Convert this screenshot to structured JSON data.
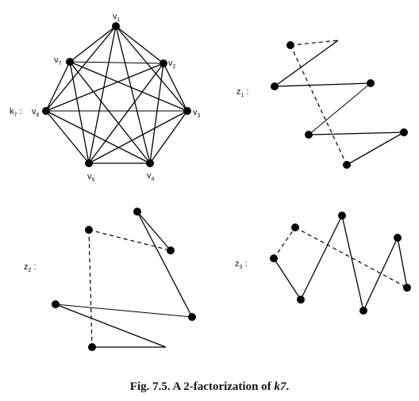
{
  "k7": {
    "title": "k7 :",
    "vertices": [
      "v1",
      "v2",
      "v3",
      "v4",
      "v5",
      "v6",
      "v7"
    ]
  },
  "factors": [
    {
      "label": "z1 :"
    },
    {
      "label": "z2 :"
    },
    {
      "label": "z3 :"
    }
  ],
  "caption": {
    "prefix": "Fig. 7.5. A 2-factorization of ",
    "math": "k7",
    "suffix": "."
  }
}
